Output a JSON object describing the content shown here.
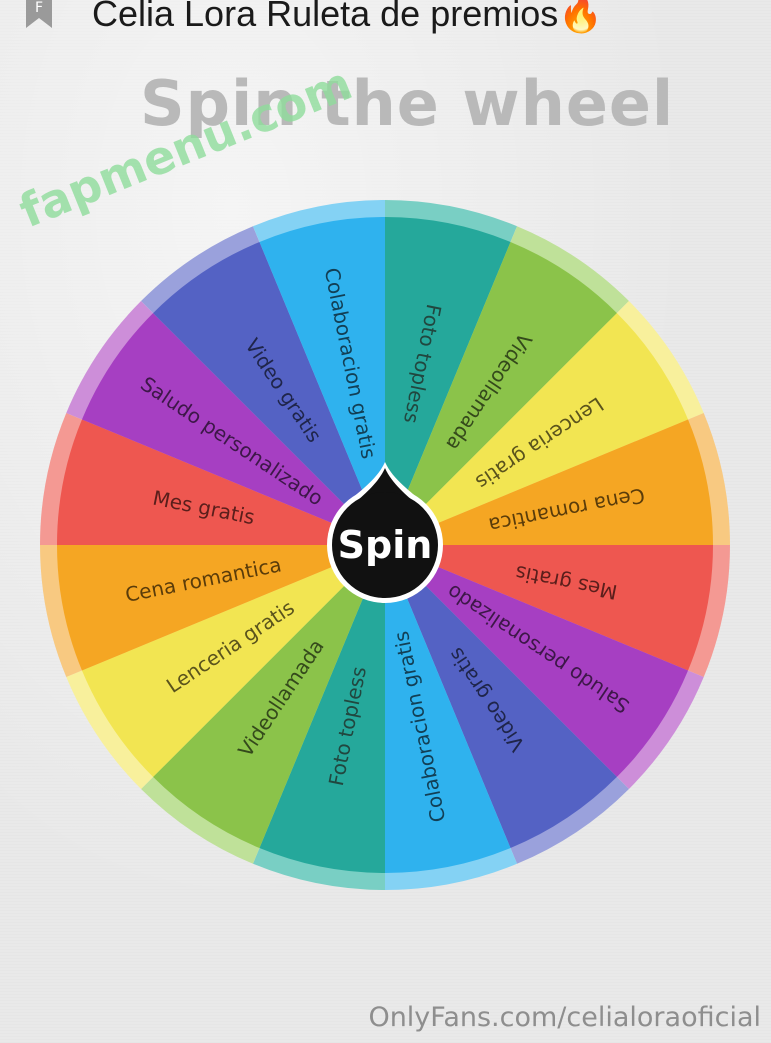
{
  "header": {
    "title": "Celia Lora Ruleta de premios",
    "title_emoji": "🔥",
    "bookmark_letter": "F"
  },
  "watermark": {
    "text": "fapmenu.com",
    "color": "#8fdc9b"
  },
  "heading": "Spin the wheel",
  "wheel": {
    "spin_label": "Spin",
    "segments": [
      {
        "label": "Foto topless",
        "color": "#25a89b",
        "rim": "#79cfc4",
        "text_color": "#21473f"
      },
      {
        "label": "Videollamada",
        "color": "#8bc34a",
        "rim": "#bfe199",
        "text_color": "#34491b"
      },
      {
        "label": "Lenceria gratis",
        "color": "#f2e552",
        "rim": "#f8f09c",
        "text_color": "#5a531c"
      },
      {
        "label": "Cena romantica",
        "color": "#f5a623",
        "rim": "#f8c981",
        "text_color": "#5a3c0a"
      },
      {
        "label": "Mes gratis",
        "color": "#ee5750",
        "rim": "#f49993",
        "text_color": "#5a1e1b"
      },
      {
        "label": "Saludo personalizado",
        "color": "#a63fc2",
        "rim": "#cd8ed9",
        "text_color": "#3d1748"
      },
      {
        "label": "Video gratis",
        "color": "#5462c4",
        "rim": "#9aa1dc",
        "text_color": "#1f254a"
      },
      {
        "label": "Colaboracion gratis",
        "color": "#2fb2ee",
        "rim": "#84d2f4",
        "text_color": "#123f55"
      },
      {
        "label": "Foto topless",
        "color": "#25a89b",
        "rim": "#79cfc4",
        "text_color": "#21473f"
      },
      {
        "label": "Videollamada",
        "color": "#8bc34a",
        "rim": "#bfe199",
        "text_color": "#34491b"
      },
      {
        "label": "Lenceria gratis",
        "color": "#f2e552",
        "rim": "#f8f09c",
        "text_color": "#5a531c"
      },
      {
        "label": "Cena romantica",
        "color": "#f5a623",
        "rim": "#f8c981",
        "text_color": "#5a3c0a"
      },
      {
        "label": "Mes gratis",
        "color": "#ee5750",
        "rim": "#f49993",
        "text_color": "#5a1e1b"
      },
      {
        "label": "Saludo personalizado",
        "color": "#a63fc2",
        "rim": "#cd8ed9",
        "text_color": "#3d1748"
      },
      {
        "label": "Video gratis",
        "color": "#5462c4",
        "rim": "#9aa1dc",
        "text_color": "#1f254a"
      },
      {
        "label": "Colaboracion gratis",
        "color": "#2fb2ee",
        "rim": "#84d2f4",
        "text_color": "#123f55"
      }
    ]
  },
  "footer": {
    "text": "OnlyFans.com/celialoraoficial"
  },
  "colors": {
    "heading": "#b9b9b9",
    "spin_button": "#111111",
    "spin_text": "#ffffff"
  },
  "icons": {
    "bookmark": "bookmark-icon",
    "emoji": "fire-emoji"
  }
}
